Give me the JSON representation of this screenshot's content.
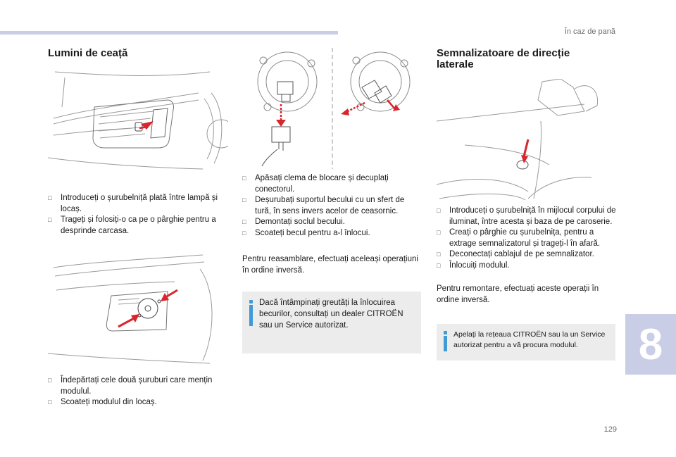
{
  "header": {
    "section_title": "În caz de pană"
  },
  "chapter": {
    "number": "8"
  },
  "footer": {
    "page_number": "129"
  },
  "fog_lights": {
    "title": "Lumini de ceață",
    "step1": [
      "Introduceți o șurubelniță plată între lampă și locaș.",
      "Trageți și folosiți-o ca pe o pârghie pentru a desprinde carcasa."
    ],
    "step2": [
      "Îndepărtați cele două șuruburi care mențin modulul.",
      "Scoateți modulul din locaș."
    ],
    "step3": [
      "Apăsați clema de blocare și decuplați conectorul.",
      "Deșurubați suportul becului cu un sfert de tură, în sens invers acelor de ceasornic.",
      "Demontați soclul becului.",
      "Scoateți becul pentru a-l înlocui."
    ],
    "reassembly": "Pentru reasamblare, efectuați aceleași operațiuni în ordine inversă.",
    "info": "Dacă întâmpinați greutăți la înlocuirea becurilor, consultați un dealer CITROËN sau un Service autorizat."
  },
  "side_indicators": {
    "title": "Semnalizatoare de direcție laterale",
    "steps": [
      "Introduceți o șurubelniță în mijlocul corpului de iluminat, între acesta și baza de pe caroserie.",
      "Creați o pârghie cu șurubelnița, pentru a extrage semnalizatorul și trageți-l în afară.",
      "Deconectați cablajul de pe semnalizator.",
      "Înlocuiți modulul."
    ],
    "remount": "Pentru remontare, efectuați aceste operații în ordine inversă.",
    "info": "Apelați la rețeaua CITROËN sau la un Service autorizat pentru a vă procura modulul."
  },
  "colors": {
    "accent_bar": "#c9cde6",
    "arrow": "#d8262d",
    "info_icon": "#3f9ad6",
    "info_bg": "#ececec"
  }
}
